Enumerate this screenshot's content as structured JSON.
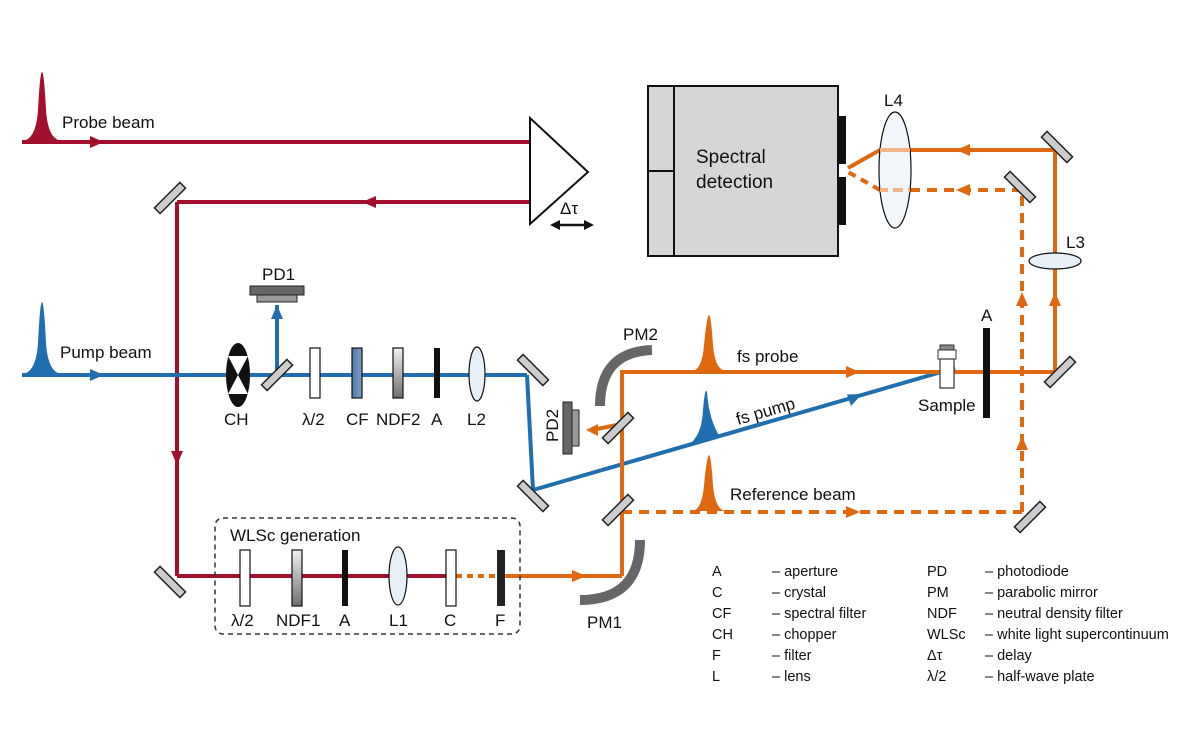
{
  "colors": {
    "probe": "#a3102e",
    "probe_light": "#e0898f",
    "pump": "#1f6fb0",
    "wlsc": "#e0690f",
    "mirror_fill": "#cccccc",
    "box_fill": "#d6d6d6",
    "dark": "#111111"
  },
  "beams": {
    "probe_label": "Probe beam",
    "pump_label": "Pump beam",
    "fs_probe": "fs probe",
    "fs_pump": "fs pump",
    "reference": "Reference beam"
  },
  "delay": {
    "label": "Δτ"
  },
  "detector": {
    "line1": "Spectral",
    "line2": "detection"
  },
  "components": {
    "pd1": "PD1",
    "pd2": "PD2",
    "chopper": "CH",
    "halfwave_pump": "λ/2",
    "cf": "CF",
    "ndf2": "NDF2",
    "aperture_pump": "A",
    "l2": "L2",
    "pm2": "PM2",
    "pm1": "PM1",
    "sample": "Sample",
    "aperture_sample": "A",
    "l3": "L3",
    "l4": "L4"
  },
  "wlsc_box": {
    "title": "WLSc generation",
    "items": [
      "λ/2",
      "NDF1",
      "A",
      "L1",
      "C",
      "F"
    ]
  },
  "legend": {
    "left": [
      {
        "abbr": "A",
        "desc": "– aperture"
      },
      {
        "abbr": "C",
        "desc": "– crystal"
      },
      {
        "abbr": "CF",
        "desc": "– spectral filter"
      },
      {
        "abbr": "CH",
        "desc": "– chopper"
      },
      {
        "abbr": "F",
        "desc": "– filter"
      },
      {
        "abbr": "L",
        "desc": "– lens"
      }
    ],
    "right": [
      {
        "abbr": "PD",
        "desc": "– photodiode"
      },
      {
        "abbr": "PM",
        "desc": "– parabolic mirror"
      },
      {
        "abbr": "NDF",
        "desc": "– neutral density filter"
      },
      {
        "abbr": "WLSc",
        "desc": "– white light supercontinuum"
      },
      {
        "abbr": "Δτ",
        "desc": "– delay"
      },
      {
        "abbr": "λ/2",
        "desc": "– half-wave plate"
      }
    ]
  }
}
